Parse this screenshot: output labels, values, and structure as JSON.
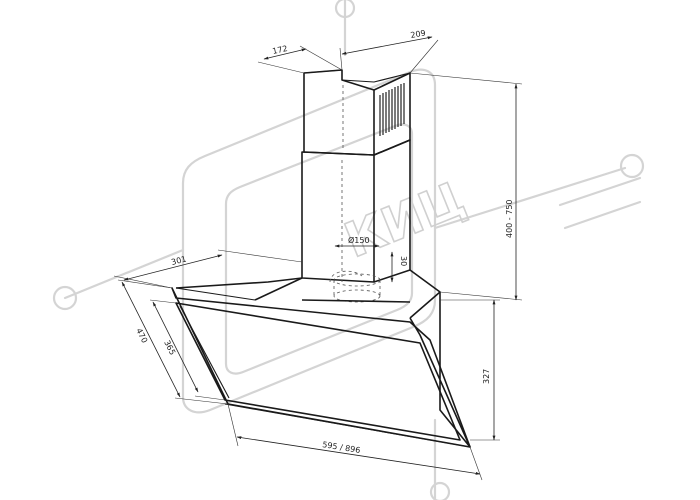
{
  "dimensions": {
    "chimney_depth": "172",
    "chimney_width": "209",
    "chimney_height": "400 - 750",
    "duct_diameter": "Ø150",
    "duct_offset": "30",
    "top_depth": "301",
    "glass_height_outer": "470",
    "glass_height_inner": "365",
    "body_height": "327",
    "width": "595 / 896"
  },
  "watermark": {
    "text": "КИЦ"
  }
}
